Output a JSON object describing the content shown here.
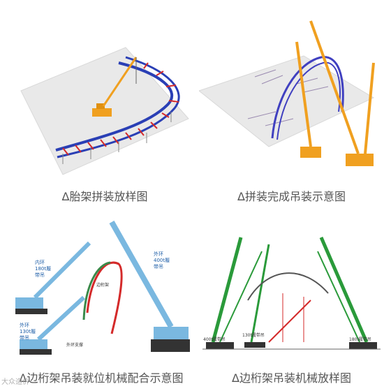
{
  "captions": {
    "panel1": "Δ胎架拼装放样图",
    "panel2": "Δ拼装完成吊装示意图",
    "panel3": "Δ边桁架吊装就位机械配合示意图",
    "panel4": "Δ边桁架吊装机械放样图"
  },
  "panel3_labels": {
    "inner_crane_l1": "内环",
    "inner_crane_l2": "180t履",
    "inner_crane_l3": "带吊",
    "outer_crane_l1": "外环",
    "outer_crane_l2": "400t履",
    "outer_crane_l3": "带吊",
    "outer_small_l1": "外环",
    "outer_small_l2": "130t履",
    "outer_small_l3": "带吊",
    "truss_tag": "边桁架",
    "support_tag": "外环支撑"
  },
  "panel4_labels": {
    "left_crane": "400t履带吊",
    "middle_crane": "130t履带吊",
    "right_crane": "180t履带吊"
  },
  "watermark": "大众造价",
  "colors": {
    "truss_blue": "#2a3fb5",
    "truss_red": "#d42a2a",
    "crane_orange": "#f0a020",
    "crane_lightblue": "#7ab8e0",
    "crane_green": "#2a9a3a"
  }
}
